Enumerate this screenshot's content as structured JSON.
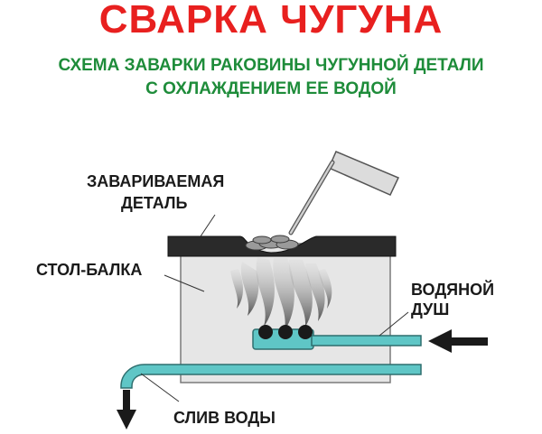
{
  "title": "СВАРКА ЧУГУНА",
  "subtitle": {
    "line1": "СХЕМА ЗАВАРКИ РАКОВИНЫ  ЧУГУННОЙ ДЕТАЛИ",
    "line2": "С ОХЛАЖДЕНИЕМ ЕЕ ВОДОЙ"
  },
  "labels": {
    "part_line1": "ЗАВАРИВАЕМАЯ",
    "part_line2": "ДЕТАЛЬ",
    "table_beam": "СТОЛ-БАЛКА",
    "shower_line1": "ВОДЯНОЙ",
    "shower_line2": "ДУШ",
    "drain": "СЛИВ ВОДЫ"
  },
  "colors": {
    "title": "#e8201f",
    "subtitle": "#1e8c3a",
    "table_fill": "#e6e6e6",
    "part_fill": "#2a2a2a",
    "water": "#5fc6c6",
    "steam": "#8c8c8c"
  }
}
